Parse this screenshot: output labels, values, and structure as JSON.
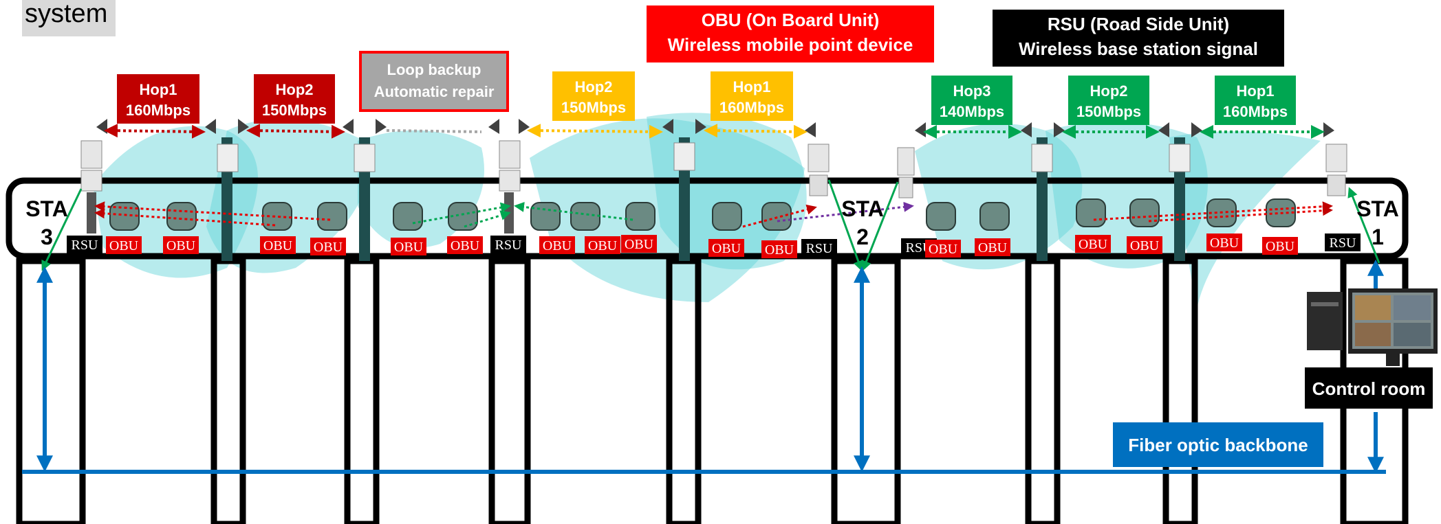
{
  "header": {
    "title_fragment": "system"
  },
  "legend": {
    "obu_line1": "OBU (On Board Unit)",
    "obu_line2": "Wireless mobile point device",
    "rsu_line1": "RSU (Road Side Unit)",
    "rsu_line2": "Wireless base station signal",
    "loop_line1": "Loop backup",
    "loop_line2": "Automatic repair"
  },
  "hops": [
    {
      "name": "Hop1",
      "rate": "160Mbps",
      "color": "#c00000"
    },
    {
      "name": "Hop2",
      "rate": "150Mbps",
      "color": "#c00000"
    },
    {
      "name": "Hop2",
      "rate": "150Mbps",
      "color": "#ffc000"
    },
    {
      "name": "Hop1",
      "rate": "160Mbps",
      "color": "#ffc000"
    },
    {
      "name": "Hop3",
      "rate": "140Mbps",
      "color": "#00a651"
    },
    {
      "name": "Hop2",
      "rate": "150Mbps",
      "color": "#00a651"
    },
    {
      "name": "Hop1",
      "rate": "160Mbps",
      "color": "#00a651"
    }
  ],
  "stations": [
    {
      "name": "STA",
      "num": "3"
    },
    {
      "name": "STA",
      "num": "2"
    },
    {
      "name": "STA",
      "num": "1"
    }
  ],
  "tags": {
    "rsu": "RSU",
    "obu": "OBU"
  },
  "control_room": "Control room",
  "backbone": "Fiber optic backbone",
  "colors": {
    "red": "#e60000",
    "dark_red": "#c00000",
    "yellow": "#ffc000",
    "green": "#00a651",
    "grey": "#a6a6a6",
    "black": "#000000",
    "blue": "#0070c0",
    "cyan": "#5fd3d8",
    "purple": "#7030a0"
  }
}
